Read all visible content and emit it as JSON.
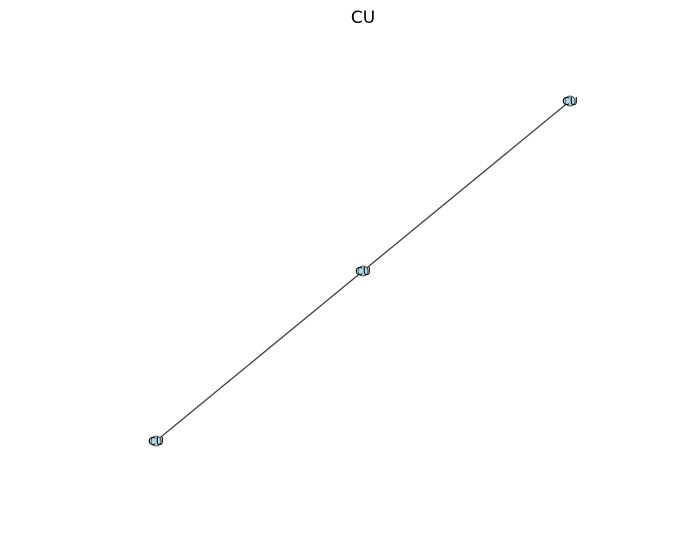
{
  "title": "CU",
  "colors": {
    "edge": "#404040",
    "node_fill": "#add8e6",
    "node_stroke": "#333333",
    "label": "#000000",
    "background": "#ffffff"
  },
  "nodes": [
    {
      "id": "n1",
      "label": "CU"
    },
    {
      "id": "n2",
      "label": "CU"
    },
    {
      "id": "n3",
      "label": "CU"
    }
  ],
  "edges": [
    {
      "source": "n1",
      "target": "n2"
    },
    {
      "source": "n2",
      "target": "n3"
    }
  ]
}
